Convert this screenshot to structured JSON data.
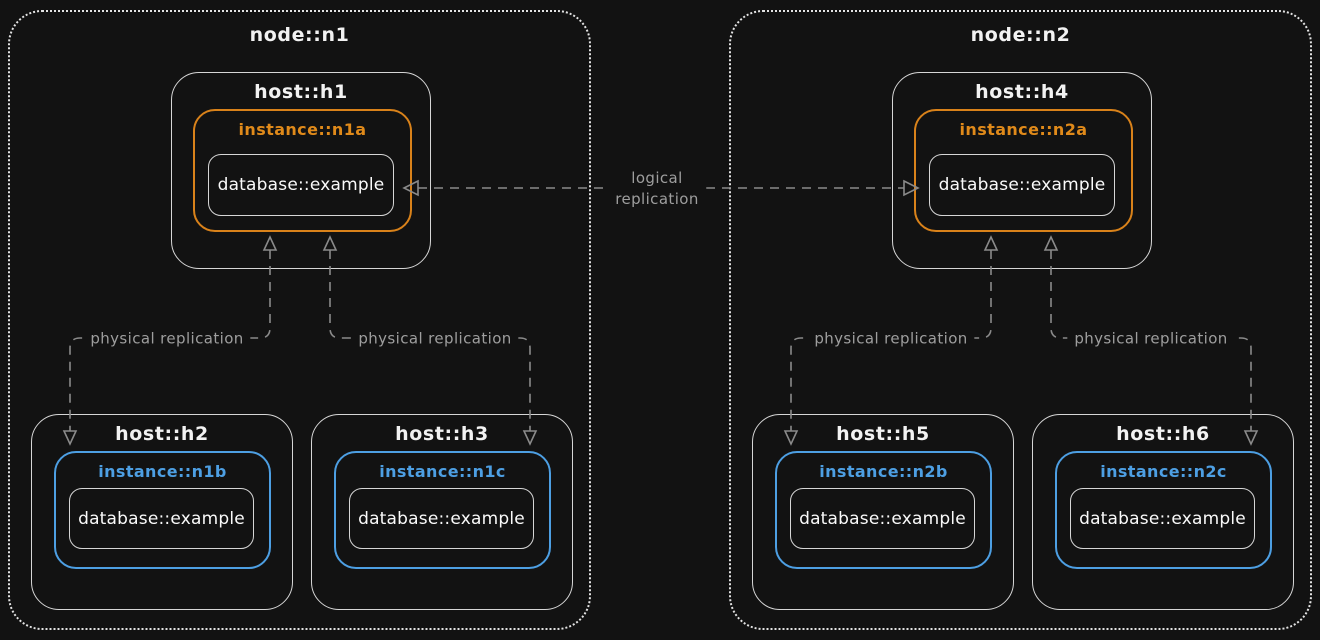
{
  "diagram": {
    "background": "#121212",
    "colors": {
      "primary_text": "#f2f2f2",
      "orange_accent": "#d9821a",
      "blue_accent": "#4d9fe3",
      "box_border": "#d6d6d6",
      "arrow": "#8a8a8a",
      "edge_label_text": "#9e9e9e"
    },
    "nodes": [
      {
        "title": "node::n1",
        "hosts": [
          {
            "title": "host::h1",
            "instance": {
              "title": "instance::n1a",
              "color": "orange",
              "database": {
                "title": "database::example"
              }
            }
          },
          {
            "title": "host::h2",
            "instance": {
              "title": "instance::n1b",
              "color": "blue",
              "database": {
                "title": "database::example"
              }
            }
          },
          {
            "title": "host::h3",
            "instance": {
              "title": "instance::n1c",
              "color": "blue",
              "database": {
                "title": "database::example"
              }
            }
          }
        ]
      },
      {
        "title": "node::n2",
        "hosts": [
          {
            "title": "host::h4",
            "instance": {
              "title": "instance::n2a",
              "color": "orange",
              "database": {
                "title": "database::example"
              }
            }
          },
          {
            "title": "host::h5",
            "instance": {
              "title": "instance::n2b",
              "color": "blue",
              "database": {
                "title": "database::example"
              }
            }
          },
          {
            "title": "host::h6",
            "instance": {
              "title": "instance::n2c",
              "color": "blue",
              "database": {
                "title": "database::example"
              }
            }
          }
        ]
      }
    ],
    "edges": {
      "logical_replication": {
        "label_line1": "logical",
        "label_line2": "replication",
        "style": "dashed-double-arrow"
      },
      "physical_replication": {
        "label": "physical replication",
        "style": "dashed-double-arrow"
      }
    }
  }
}
